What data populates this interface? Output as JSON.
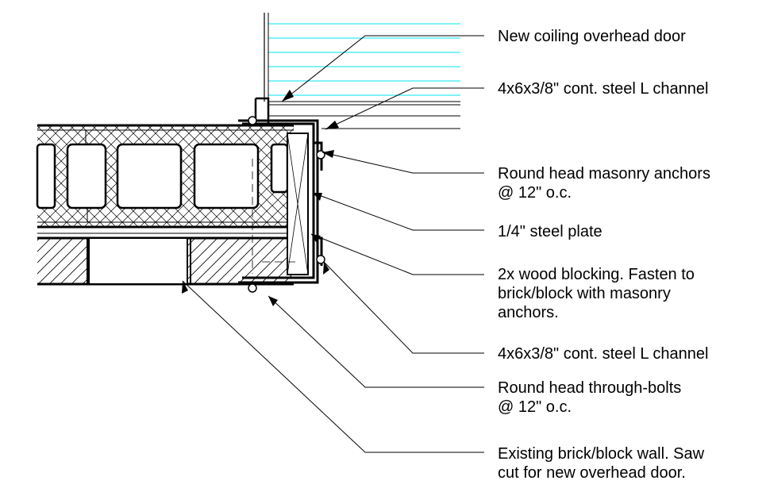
{
  "labels": {
    "door": [
      "New coiling overhead door"
    ],
    "channel_top": [
      "4x6x3/8\" cont. steel L channel"
    ],
    "anchors": [
      "Round head masonry anchors",
      "@ 12\" o.c."
    ],
    "plate": [
      "1/4\" steel plate"
    ],
    "blocking": [
      "2x wood blocking. Fasten to",
      "brick/block with masonry",
      "anchors."
    ],
    "channel_bottom": [
      "4x6x3/8\" cont. steel L channel"
    ],
    "bolts": [
      "Round head through-bolts",
      "@ 12\" o.c."
    ],
    "wall": [
      "Existing brick/block wall. Saw",
      "cut for new overhead door."
    ]
  },
  "colors": {
    "line": "#000000",
    "door_lines": "#00e5ee",
    "background": "#ffffff"
  }
}
